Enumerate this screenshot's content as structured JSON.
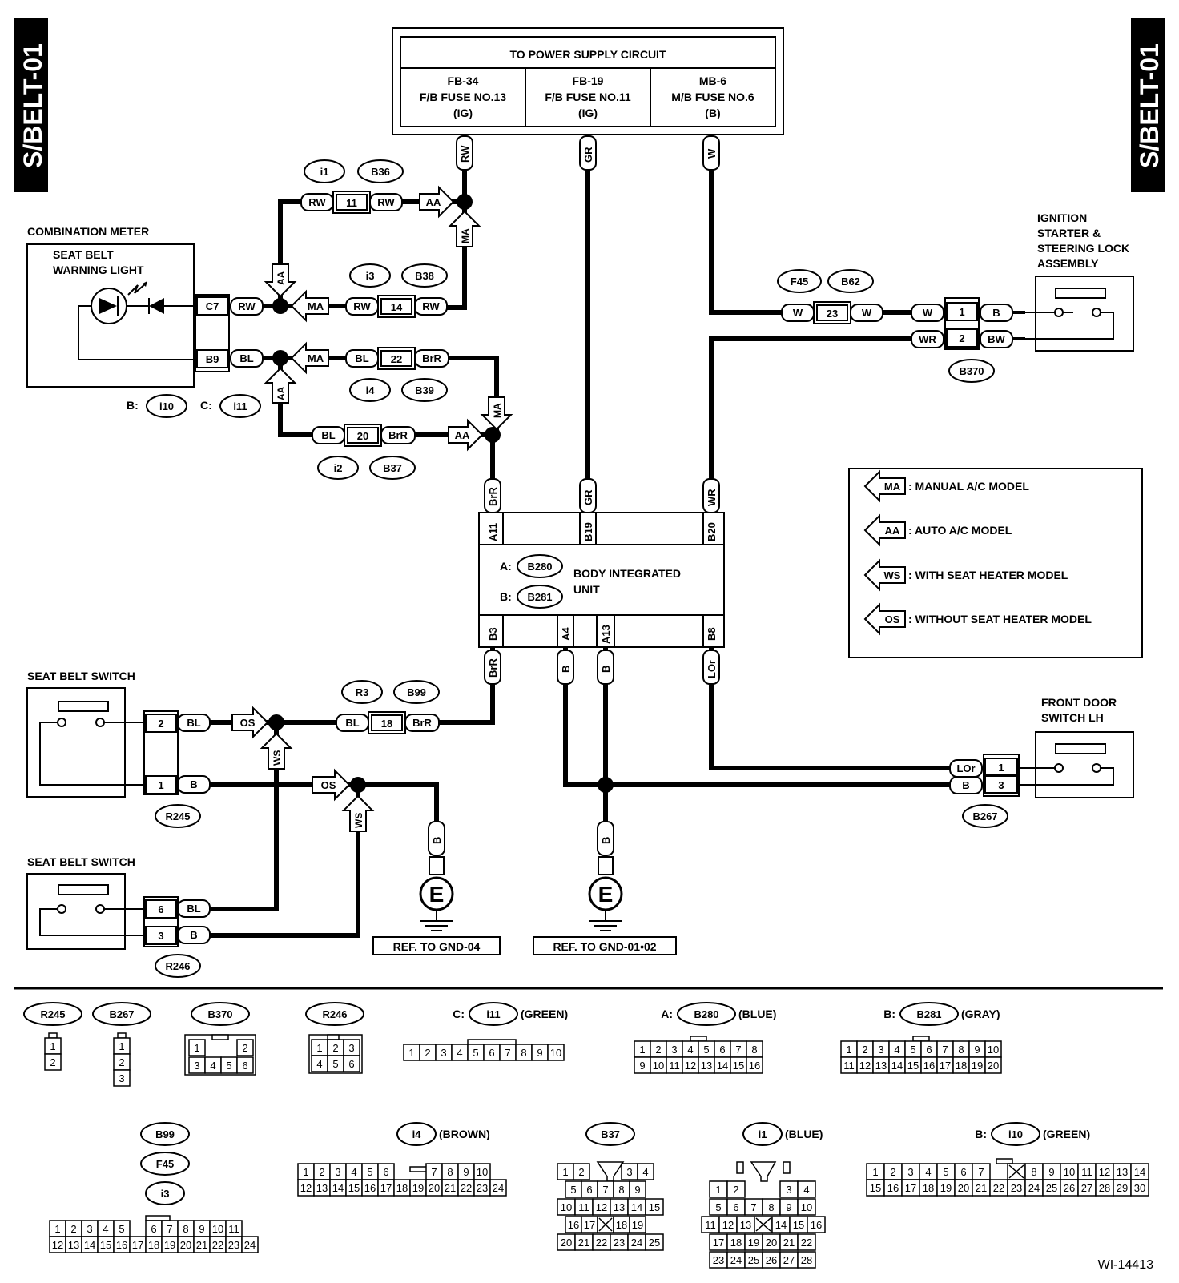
{
  "page_code": "S/BELT-01",
  "figure_id": "WI-14413",
  "power": {
    "title": "TO POWER SUPPLY CIRCUIT",
    "fuses": [
      {
        "l1": "FB-34",
        "l2": "F/B FUSE NO.13",
        "l3": "(IG)"
      },
      {
        "l1": "FB-19",
        "l2": "F/B FUSE NO.11",
        "l3": "(IG)"
      },
      {
        "l1": "MB-6",
        "l2": "M/B FUSE NO.6",
        "l3": "(B)"
      }
    ]
  },
  "components": {
    "combination_meter": "COMBINATION METER",
    "warning_light_1": "SEAT BELT",
    "warning_light_2": "WARNING LIGHT",
    "ignition_1": "IGNITION",
    "ignition_2": "STARTER &",
    "ignition_3": "STEERING LOCK",
    "ignition_4": "ASSEMBLY",
    "biu_1": "BODY INTEGRATED",
    "biu_2": "UNIT",
    "biu_a": "A:",
    "biu_b": "B:",
    "seat_belt_switch": "SEAT BELT SWITCH",
    "door_switch_1": "FRONT DOOR",
    "door_switch_2": "SWITCH LH",
    "gnd_04": "REF. TO GND-04",
    "gnd_0102": "REF. TO GND-01•02",
    "ground": "E",
    "meter_b": "B:",
    "meter_c": "C:"
  },
  "legend": [
    {
      "code": "MA",
      "text": ": MANUAL A/C MODEL"
    },
    {
      "code": "AA",
      "text": ": AUTO A/C MODEL"
    },
    {
      "code": "WS",
      "text": ": WITH SEAT HEATER MODEL"
    },
    {
      "code": "OS",
      "text": ": WITHOUT SEAT HEATER MODEL"
    }
  ],
  "wire_colors": [
    "RW",
    "GR",
    "W",
    "BL",
    "BrR",
    "WR",
    "BW",
    "B",
    "LOr"
  ],
  "pins": {
    "c7": "C7",
    "b9": "B9",
    "a11": "A11",
    "b19": "B19",
    "b20": "B20",
    "b3": "B3",
    "a4": "A4",
    "a13": "A13",
    "b8": "B8"
  },
  "connectors": {
    "i1": "i1",
    "b36": "B36",
    "i3": "i3",
    "b38": "B38",
    "i4": "i4",
    "b39": "B39",
    "i2": "i2",
    "b37": "B37",
    "i10": "i10",
    "i11": "i11",
    "f45": "F45",
    "b62": "B62",
    "b370": "B370",
    "b280": "B280",
    "b281": "B281",
    "r3": "R3",
    "b99": "B99",
    "r245": "R245",
    "r246": "R246",
    "b267": "B267"
  },
  "connector_views": {
    "r245": {
      "id": "R245",
      "prefix": "",
      "color": ""
    },
    "b267": {
      "id": "B267",
      "prefix": "",
      "color": ""
    },
    "b370": {
      "id": "B370",
      "prefix": "",
      "color": ""
    },
    "r246": {
      "id": "R246",
      "prefix": "",
      "color": ""
    },
    "i11": {
      "id": "i11",
      "prefix": "C:",
      "color": "(GREEN)"
    },
    "b280": {
      "id": "B280",
      "prefix": "A:",
      "color": "(BLUE)"
    },
    "b281": {
      "id": "B281",
      "prefix": "B:",
      "color": "(GRAY)"
    },
    "b99": {
      "id": "B99",
      "prefix": "",
      "color": ""
    },
    "f45": {
      "id": "F45",
      "prefix": "",
      "color": ""
    },
    "i3": {
      "id": "i3",
      "prefix": "",
      "color": ""
    },
    "i4": {
      "id": "i4",
      "prefix": "",
      "color": "(BROWN)"
    },
    "b37": {
      "id": "B37",
      "prefix": "",
      "color": ""
    },
    "i1": {
      "id": "i1",
      "prefix": "",
      "color": "(BLUE)"
    },
    "i10": {
      "id": "i10",
      "prefix": "B:",
      "color": "(GREEN)"
    }
  }
}
